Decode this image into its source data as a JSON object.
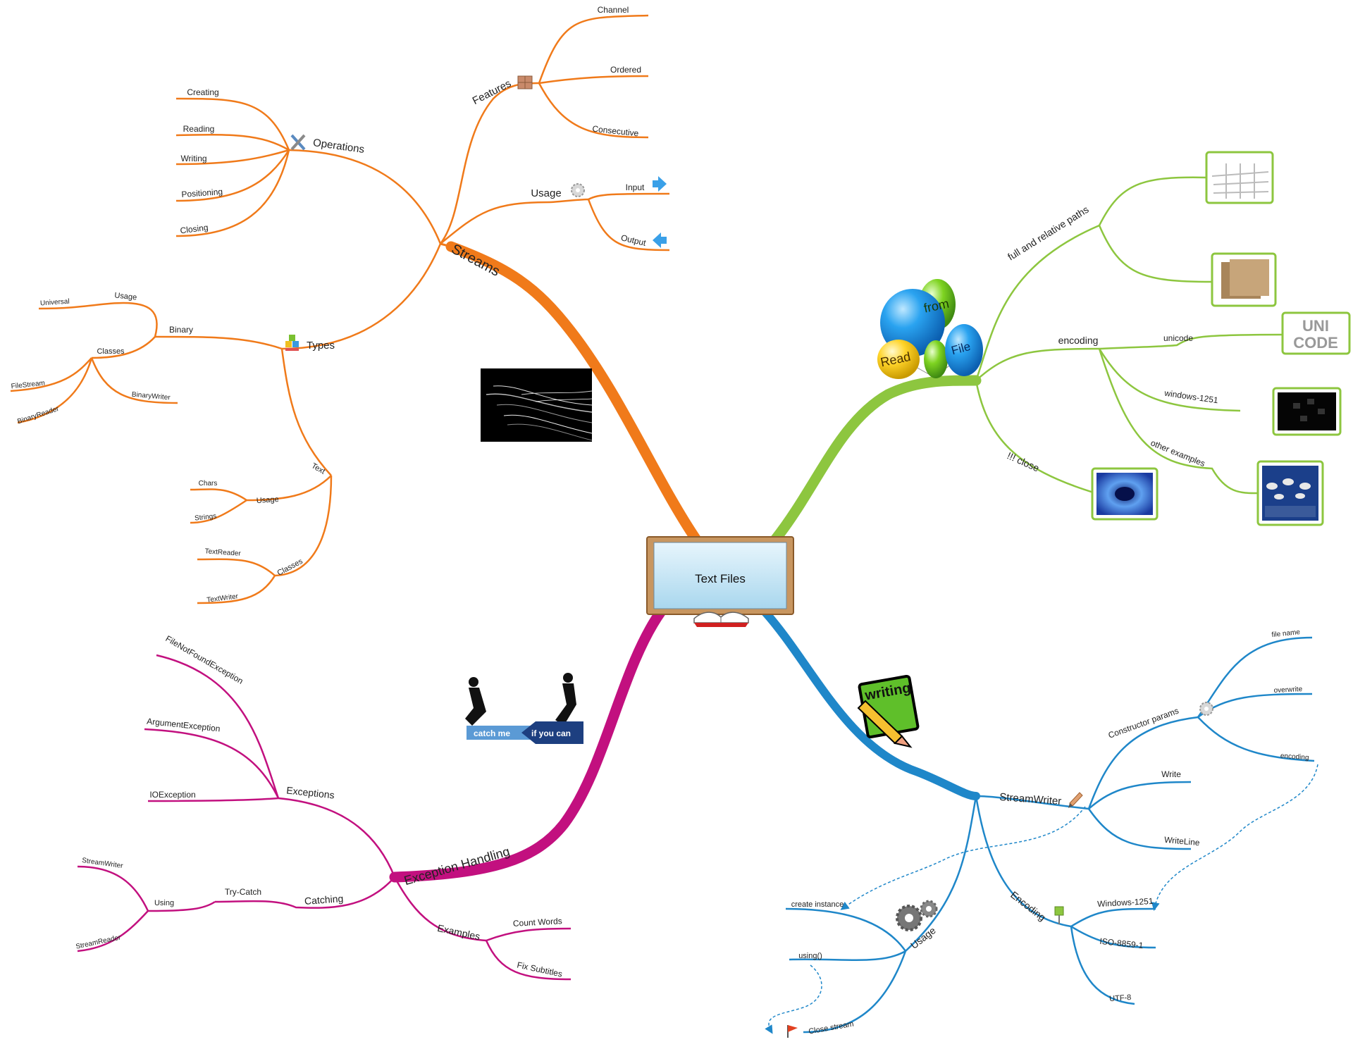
{
  "central": {
    "title": "Text Files"
  },
  "colors": {
    "streams": "#f07a1a",
    "read": "#8dc63f",
    "exceptions": "#c2107f",
    "writer": "#1f87c9"
  },
  "branches": {
    "streams": {
      "label": "Streams",
      "features": {
        "label": "Features",
        "items": [
          "Channel",
          "Ordered",
          "Consecutive"
        ]
      },
      "usage": {
        "label": "Usage",
        "items": [
          "Input",
          "Output"
        ]
      },
      "operations": {
        "label": "Operations",
        "items": [
          "Creating",
          "Reading",
          "Writing",
          "Positioning",
          "Closing"
        ]
      },
      "types": {
        "label": "Types",
        "binary": {
          "label": "Binary",
          "usage": "Usage",
          "universal": "Universal",
          "classes": "Classes",
          "filestream": "FileStream",
          "binaryreader": "BinaryReader",
          "binarywriter": "BinaryWriter"
        },
        "text": {
          "label": "Text",
          "usage": "Usage",
          "chars": "Chars",
          "strings": "Strings",
          "classes": "Classes",
          "textreader": "TextReader",
          "textwriter": "TextWriter"
        }
      }
    },
    "read": {
      "balloons": [
        "Read",
        "from",
        "File"
      ],
      "paths": "full and relative paths",
      "encoding": {
        "label": "encoding",
        "items": [
          "unicode",
          "windows-1251",
          "other examples"
        ]
      },
      "close": "!!! close",
      "unicode_art": [
        "UNI",
        "CODE"
      ]
    },
    "exceptions": {
      "label": "Exception Handling",
      "exceptions": {
        "label": "Exceptions",
        "items": [
          "FileNotFoundException",
          "ArgumentException",
          "IOException"
        ]
      },
      "catching": {
        "label": "Catching",
        "trycatch": "Try-Catch",
        "using": "Using",
        "items": [
          "StreamWriter",
          "StreamReader"
        ]
      },
      "examples": {
        "label": "Examples",
        "items": [
          "Count Words",
          "Fix Subtitles"
        ]
      },
      "image_banner": [
        "catch me",
        "if you can"
      ]
    },
    "writer": {
      "label": "StreamWriter",
      "ctor": {
        "label": "Constructor params",
        "items": [
          "file name",
          "overwrite",
          "encoding"
        ]
      },
      "write": "Write",
      "writeline": "WriteLine",
      "encoding": {
        "label": "Encoding",
        "items": [
          "Windows-1251",
          "ISO-8859-1",
          "UTF-8"
        ]
      },
      "usage": {
        "label": "Usage",
        "items": [
          "create instance",
          "using()",
          "Close stream"
        ]
      },
      "sticker": "writing"
    }
  }
}
